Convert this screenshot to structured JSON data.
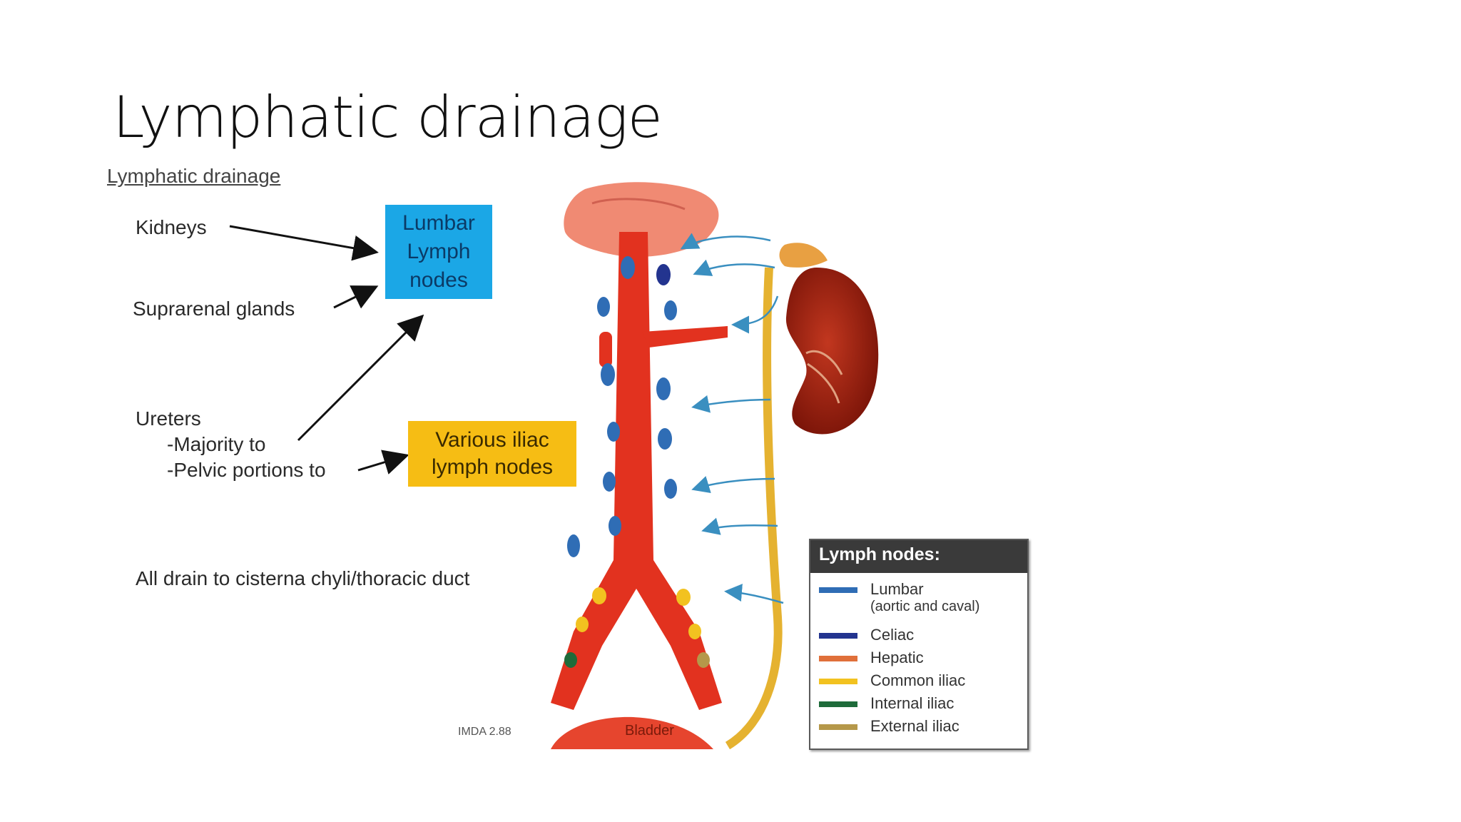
{
  "slide": {
    "title": "Lymphatic drainage"
  },
  "figure": {
    "heading": "Lymphatic drainage",
    "labels": {
      "kidneys": "Kidneys",
      "suprarenal": "Suprarenal glands",
      "ureters": "Ureters",
      "majority": "-Majority to",
      "pelvic": "-Pelvic portions to",
      "all_drain": "All drain to cisterna chyli/thoracic duct"
    },
    "boxes": {
      "lumbar": [
        "Lumbar",
        "Lymph",
        "nodes"
      ],
      "iliac": [
        "Various iliac",
        "lymph nodes"
      ]
    },
    "legend": {
      "title": "Lymph nodes:",
      "items": [
        {
          "label": "Lumbar",
          "sub": "(aortic and caval)",
          "color": "#2f6db5"
        },
        {
          "label": "Celiac",
          "color": "#23348f"
        },
        {
          "label": "Hepatic",
          "color": "#e0703a"
        },
        {
          "label": "Common iliac",
          "color": "#f2c220"
        },
        {
          "label": "Internal iliac",
          "color": "#1e6b3a"
        },
        {
          "label": "External iliac",
          "color": "#b5984a"
        }
      ]
    },
    "credit": "IMDA 2.88",
    "bladder": "Bladder"
  }
}
